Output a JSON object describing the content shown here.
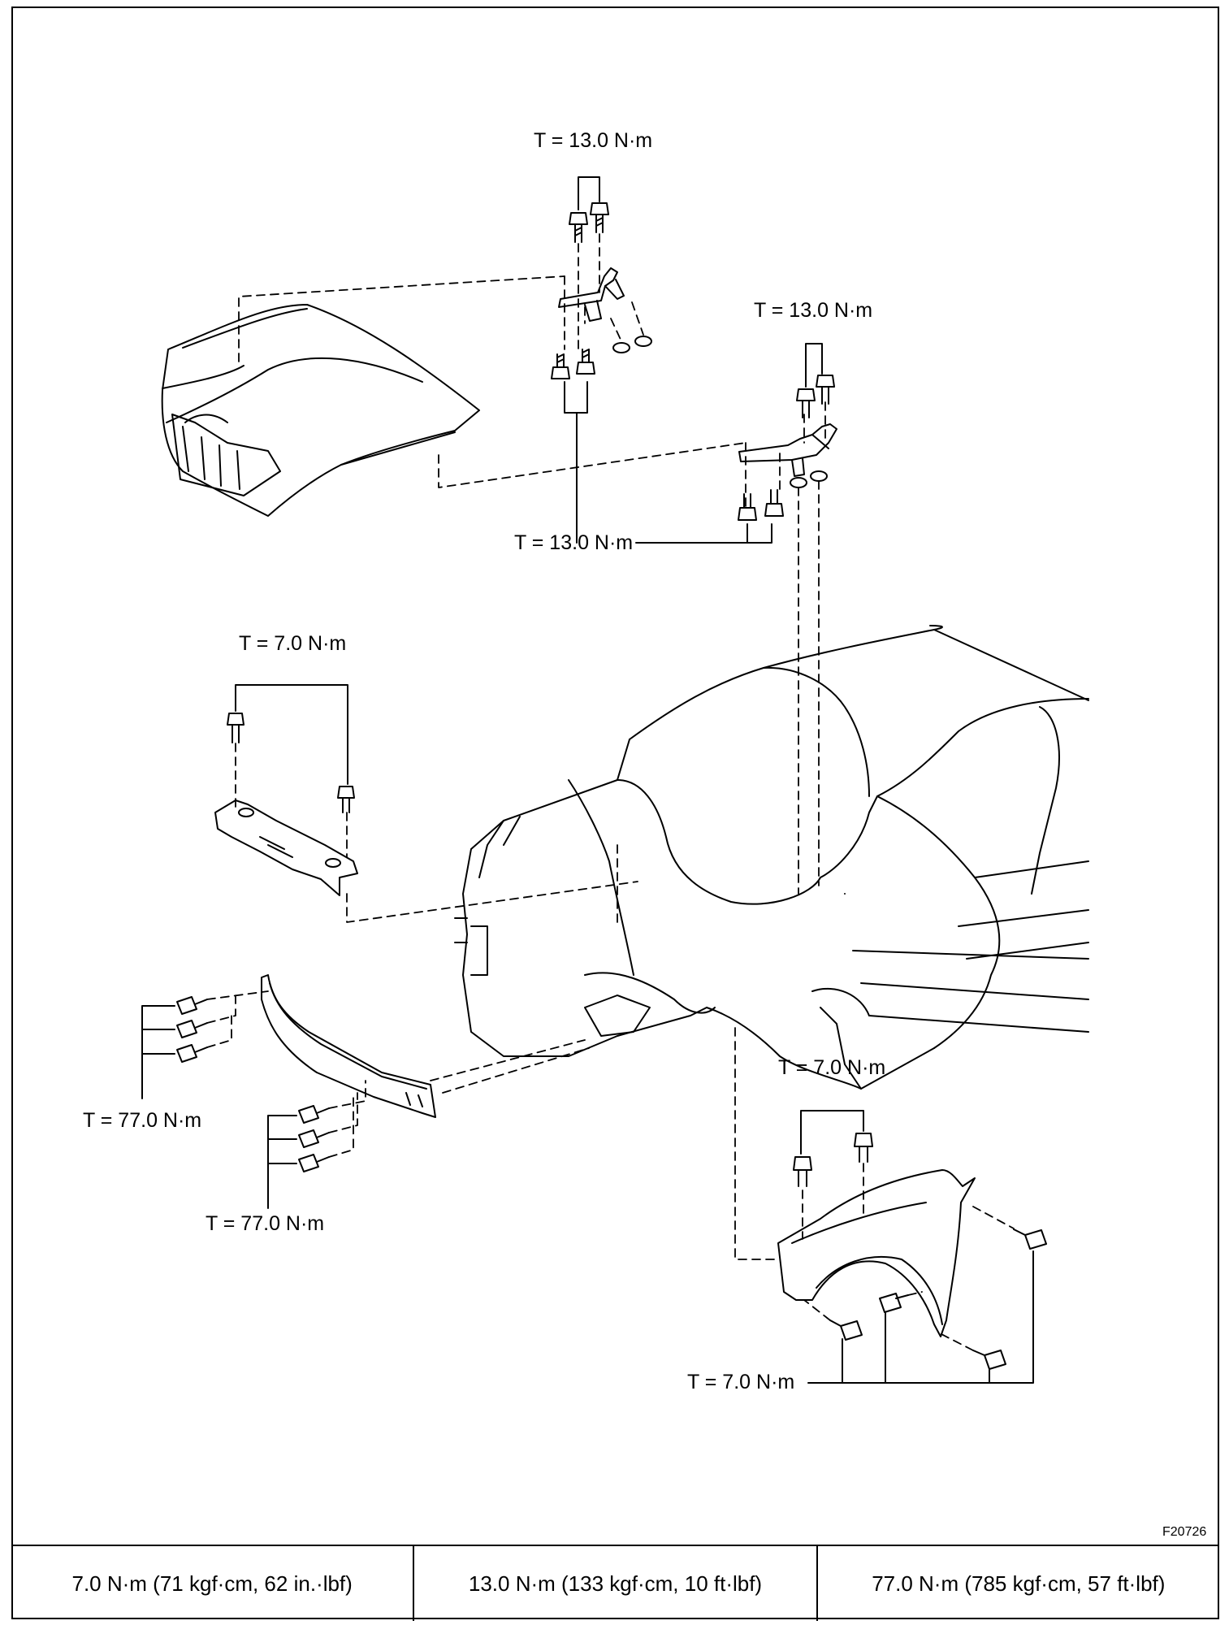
{
  "figure_id": "F20726",
  "callouts": {
    "hood_hinge_left_top": "T = 13.0 N·m",
    "hood_hinge_right_top": "T = 13.0 N·m",
    "hood_hinge_lower": "T = 13.0 N·m",
    "radiator_support_brace": "T = 7.0 N·m",
    "bumper_reinforcement_left": "T = 77.0 N·m",
    "bumper_reinforcement_right": "T = 77.0 N·m",
    "fender_top": "T = 7.0 N·m",
    "fender_lower": "T = 7.0 N·m"
  },
  "torque_table": [
    "7.0 N·m (71 kgf·cm, 62 in.·lbf)",
    "13.0 N·m (133 kgf·cm, 10 ft·lbf)",
    "77.0 N·m (785 kgf·cm, 57 ft·lbf)"
  ]
}
